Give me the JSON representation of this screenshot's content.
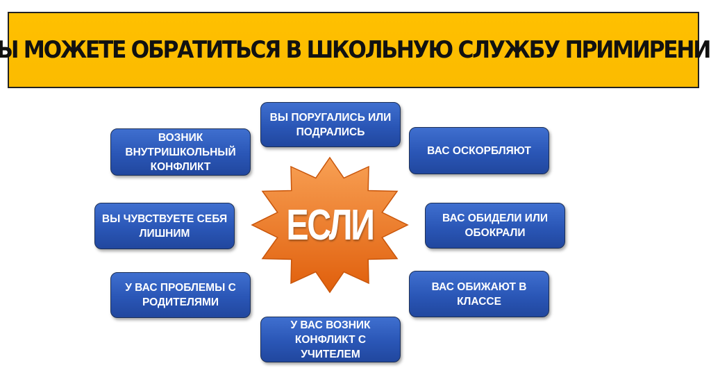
{
  "banner": {
    "title": "ВЫ МОЖЕТЕ ОБРАТИТЬСЯ В ШКОЛЬНУЮ СЛУЖБУ ПРИМИРЕНИЯ"
  },
  "center": {
    "label": "ЕСЛИ"
  },
  "boxes": {
    "b1": "ВЫ ПОРУГАЛИСЬ ИЛИ\nПОДРАЛИСЬ",
    "b2": "ВОЗНИК\nВНУТРИШКОЛЬНЫЙ\nКОНФЛИКТ",
    "b3": "ВАС ОСКОРБЛЯЮТ",
    "b4": "ВЫ ЧУВСТВУЕТЕ СЕБЯ\nЛИШНИМ",
    "b5": "ВАС ОБИДЕЛИ ИЛИ\nОБОКРАЛИ",
    "b6": "У ВАС ПРОБЛЕМЫ С\nРОДИТЕЛЯМИ",
    "b7": "ВАС ОБИЖАЮТ В\nКЛАССЕ",
    "b8": "У ВАС ВОЗНИК\nКОНФЛИКТ С\nУЧИТЕЛЕМ"
  },
  "colors": {
    "banner": "#ffc000",
    "star_top": "#f7923a",
    "star_bottom": "#e2600b",
    "box": "#2a56b6"
  }
}
